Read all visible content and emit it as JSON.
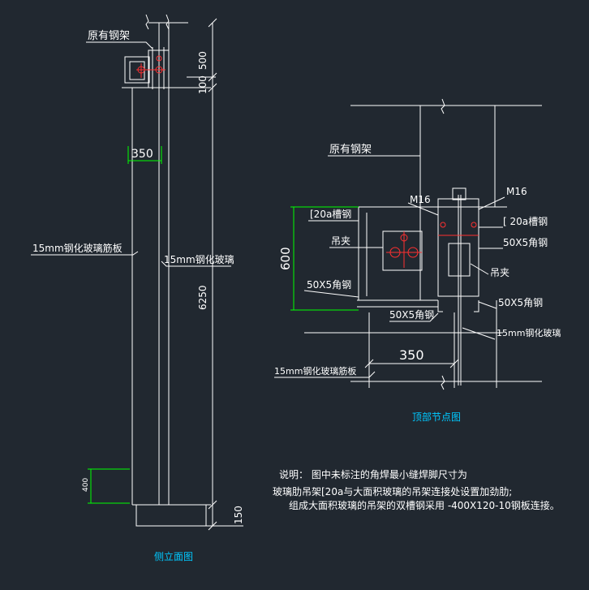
{
  "colors": {
    "background": "#212830",
    "line": "#ffffff",
    "dimension": "#00ff00",
    "caption": "#00c8ff",
    "accent": "#ff3030"
  },
  "side_view": {
    "existing_frame_label": "原有钢架",
    "dim_500": "500",
    "dim_100": "100",
    "dim_350": "350",
    "glass_rib_label": "15mm钢化玻璃筋板",
    "glass_label": "15mm钢化玻璃",
    "dim_6250": "6250",
    "dim_400": "400",
    "dim_150": "150",
    "caption": "侧立面图"
  },
  "node_detail": {
    "existing_frame_label": "原有钢架",
    "m16_left": "M16",
    "m16_right": "M16",
    "channel_left": "[20a槽钢",
    "channel_right": "[ 20a槽钢",
    "clamp_left": "吊夹",
    "clamp_right": "吊夹",
    "angle_right_top": "50X5角钢",
    "angle_left": "50X5角钢",
    "angle_right_bottom": "50X5角钢",
    "angle_bottom": "50X5角钢",
    "glass_label": "15mm钢化玻璃",
    "glass_rib_label": "15mm钢化玻璃筋板",
    "dim_600": "600",
    "dim_350": "350",
    "caption": "顶部节点图"
  },
  "notes": {
    "line1": "说明：   图中未标注的角焊最小缝焊脚尺寸为",
    "line2": "玻璃肋吊架[20a与大面积玻璃的吊架连接处设置加劲肋;",
    "line3": "组成大面积玻璃的吊架的双槽钢采用  -400X120-10钢板连接。"
  }
}
